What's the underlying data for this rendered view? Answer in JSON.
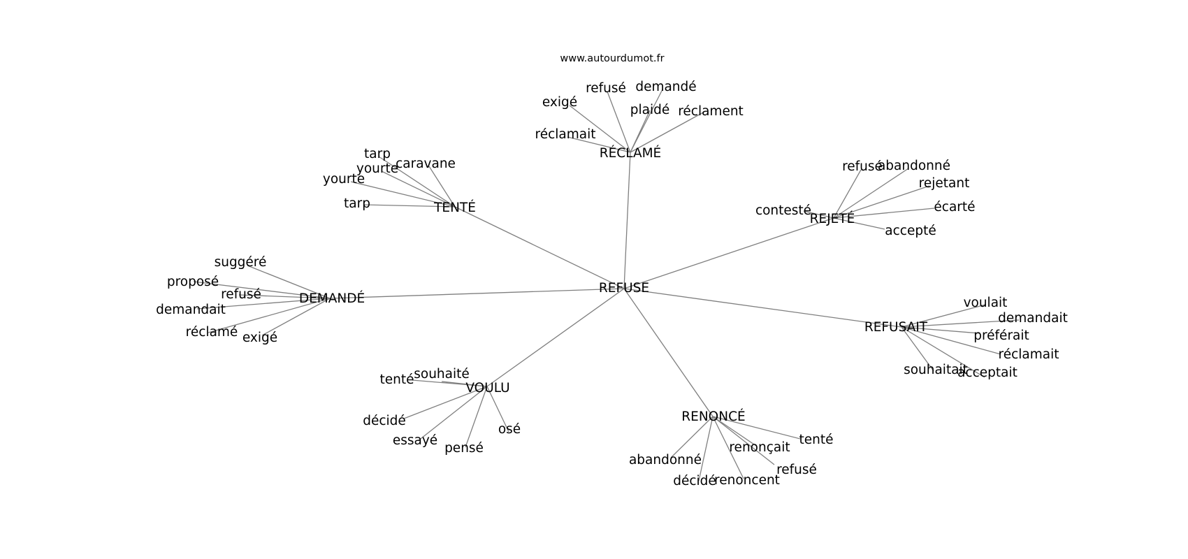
{
  "source": "www.autourdumot.fr",
  "colors": {
    "edge": "#7f7f7f",
    "text": "#000000",
    "background": "#ffffff"
  },
  "graph": {
    "center": "REFUSE",
    "hubs": [
      {
        "id": "reclame",
        "label": "RÉCLAMÉ",
        "leaves": [
          "exigé",
          "refusé",
          "demandé",
          "plaidé",
          "réclament",
          "réclamait"
        ]
      },
      {
        "id": "tente",
        "label": "TENTÉ",
        "leaves": [
          "tarp",
          "caravane",
          "yourte",
          "yourte",
          "tarp"
        ]
      },
      {
        "id": "rejete",
        "label": "REJETÉ",
        "leaves": [
          "refusé",
          "abandonné",
          "rejetant",
          "contesté",
          "écarté",
          "accepté"
        ]
      },
      {
        "id": "demande",
        "label": "DEMANDÉ",
        "leaves": [
          "suggéré",
          "proposé",
          "refusé",
          "demandait",
          "réclamé",
          "exigé"
        ]
      },
      {
        "id": "refusait",
        "label": "REFUSAIT",
        "leaves": [
          "voulait",
          "demandait",
          "préférait",
          "réclamait",
          "souhaitait",
          "acceptait"
        ]
      },
      {
        "id": "voulu",
        "label": "VOULU",
        "leaves": [
          "souhaité",
          "tenté",
          "décidé",
          "essayé",
          "pensé",
          "osé"
        ]
      },
      {
        "id": "renonce",
        "label": "RENONCÉ",
        "leaves": [
          "tenté",
          "renonçait",
          "abandonné",
          "refusé",
          "décidé",
          "renoncent"
        ]
      }
    ]
  }
}
